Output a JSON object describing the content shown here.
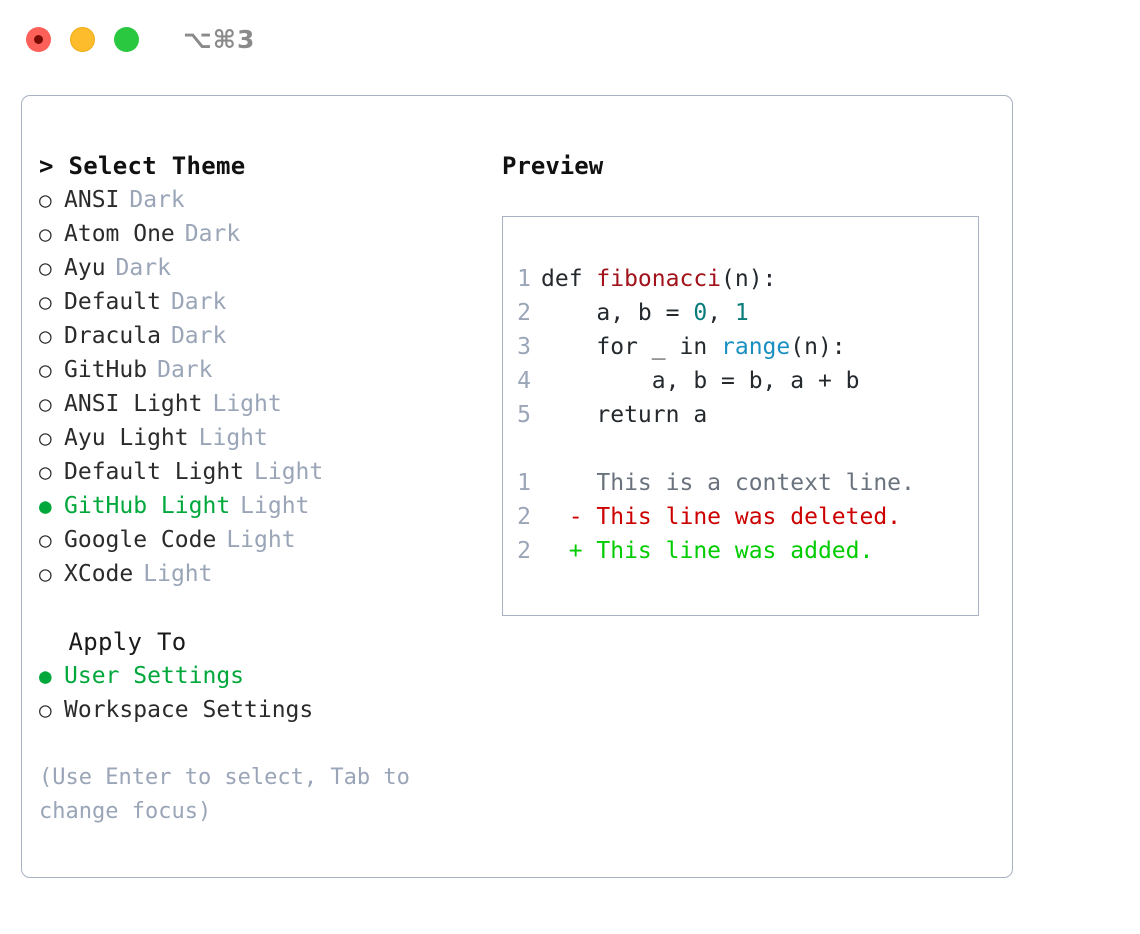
{
  "titlebar": {
    "traffic_lights": [
      "close-red",
      "minimize-yellow",
      "maximize-green"
    ],
    "shortcut": "⌥⌘3"
  },
  "theme_panel": {
    "header": "> Select Theme",
    "items": [
      {
        "marker": "○",
        "label": "ANSI",
        "tag": "Dark",
        "selected": false
      },
      {
        "marker": "○",
        "label": "Atom One",
        "tag": "Dark",
        "selected": false
      },
      {
        "marker": "○",
        "label": "Ayu",
        "tag": "Dark",
        "selected": false
      },
      {
        "marker": "○",
        "label": "Default",
        "tag": "Dark",
        "selected": false
      },
      {
        "marker": "○",
        "label": "Dracula",
        "tag": "Dark",
        "selected": false
      },
      {
        "marker": "○",
        "label": "GitHub",
        "tag": "Dark",
        "selected": false
      },
      {
        "marker": "○",
        "label": "ANSI Light",
        "tag": "Light",
        "selected": false
      },
      {
        "marker": "○",
        "label": "Ayu Light",
        "tag": "Light",
        "selected": false
      },
      {
        "marker": "○",
        "label": "Default Light",
        "tag": "Light",
        "selected": false
      },
      {
        "marker": "●",
        "label": "GitHub Light",
        "tag": "Light",
        "selected": true
      },
      {
        "marker": "○",
        "label": "Google Code",
        "tag": "Light",
        "selected": false
      },
      {
        "marker": "○",
        "label": "XCode",
        "tag": "Light",
        "selected": false
      }
    ]
  },
  "apply_to": {
    "header": "  Apply To",
    "items": [
      {
        "marker": "●",
        "label": "User Settings",
        "selected": true
      },
      {
        "marker": "○",
        "label": "Workspace Settings",
        "selected": false
      }
    ]
  },
  "help": {
    "line1": "(Use Enter to select, Tab to",
    "line2": "change focus)"
  },
  "preview": {
    "title": "Preview",
    "code": [
      {
        "num": "1",
        "tokens": [
          {
            "t": "def ",
            "k": "kw"
          },
          {
            "t": "fibonacci",
            "k": "fn"
          },
          {
            "t": "(n):",
            "k": "plain"
          }
        ]
      },
      {
        "num": "2",
        "tokens": [
          {
            "t": "    a, b = ",
            "k": "plain"
          },
          {
            "t": "0",
            "k": "num"
          },
          {
            "t": ", ",
            "k": "plain"
          },
          {
            "t": "1",
            "k": "num"
          }
        ]
      },
      {
        "num": "3",
        "tokens": [
          {
            "t": "    for _ in ",
            "k": "plain"
          },
          {
            "t": "range",
            "k": "call"
          },
          {
            "t": "(n):",
            "k": "plain"
          }
        ]
      },
      {
        "num": "4",
        "tokens": [
          {
            "t": "        a, b = b, a + b",
            "k": "plain"
          }
        ]
      },
      {
        "num": "5",
        "tokens": [
          {
            "t": "    return a",
            "k": "plain"
          }
        ]
      }
    ],
    "diff": [
      {
        "num": "1",
        "sign": "  ",
        "text": "This is a context line.",
        "kind": "ctx"
      },
      {
        "num": "2",
        "sign": "- ",
        "text": "This line was deleted.",
        "kind": "del"
      },
      {
        "num": "2",
        "sign": "+ ",
        "text": "This line was added.",
        "kind": "add"
      }
    ]
  },
  "colors": {
    "selected_green": "#00a83c",
    "tag_gray": "#9aa5b8",
    "border": "#a8b1c1",
    "diff_deleted": "#cc0000",
    "diff_added": "#00cc00",
    "fn_red": "#a1121a",
    "num_teal": "#0a7b7b",
    "call_blue": "#1a8fc1"
  }
}
